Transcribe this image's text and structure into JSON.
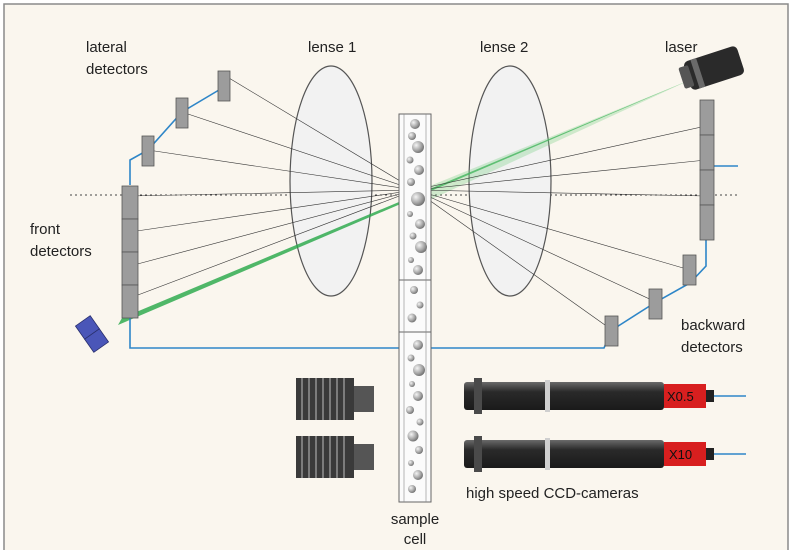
{
  "labels": {
    "lateral_line1": "lateral",
    "lateral_line2": "detectors",
    "lense1": "lense 1",
    "lense2": "lense 2",
    "laser": "laser",
    "front_line1": "front",
    "front_line2": "detectors",
    "backward_line1": "backward",
    "backward_line2": "detectors",
    "cameras": "high speed CCD-cameras",
    "sample_line1": "sample",
    "sample_line2": "cell",
    "zoom_top": "X0.5",
    "zoom_bottom": "X10"
  },
  "colors": {
    "background": "#faf6ee",
    "border": "#8a8a8a",
    "beam": "#2aa84a",
    "wire": "#2e86c8",
    "detector": "#9c9c9c",
    "lens": "#f2f2f2",
    "camera_body": "#3a3a3a",
    "zoom_tag": "#d81f1f",
    "laser_diode": "#4a56b8"
  }
}
